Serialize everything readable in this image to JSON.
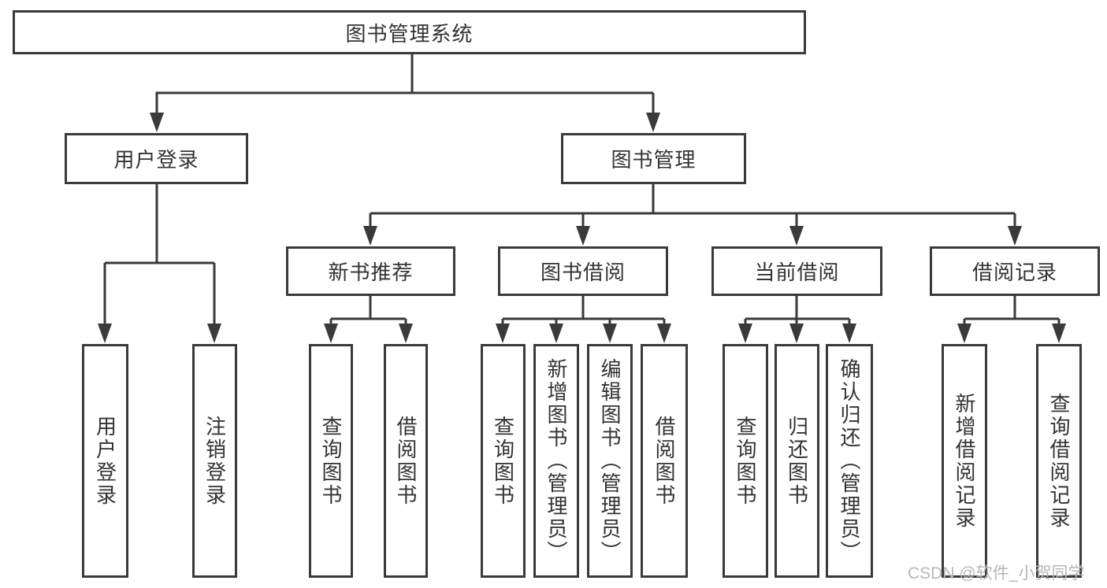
{
  "diagram": {
    "root": {
      "label": "图书管理系统"
    },
    "level2": [
      {
        "label": "用户登录"
      },
      {
        "label": "图书管理"
      }
    ],
    "level3": [
      {
        "label": "新书推荐"
      },
      {
        "label": "图书借阅"
      },
      {
        "label": "当前借阅"
      },
      {
        "label": "借阅记录"
      }
    ],
    "leaves": [
      {
        "label": "用户登录"
      },
      {
        "label": "注销登录"
      },
      {
        "label": "查询图书"
      },
      {
        "label": "借阅图书"
      },
      {
        "label": "查询图书"
      },
      {
        "label": "新增图书（管理员）"
      },
      {
        "label": "编辑图书（管理员）"
      },
      {
        "label": "借阅图书"
      },
      {
        "label": "查询图书"
      },
      {
        "label": "归还图书"
      },
      {
        "label": "确认归还（管理员）"
      },
      {
        "label": "新增借阅记录"
      },
      {
        "label": "查询借阅记录"
      }
    ]
  },
  "watermark": {
    "text": "CSDN @软件_小贺同学"
  },
  "colors": {
    "line": "#3a3a3a",
    "border": "#3a3a3a",
    "text": "#333333",
    "watermark": "#b7b7b7",
    "background": "#ffffff"
  }
}
